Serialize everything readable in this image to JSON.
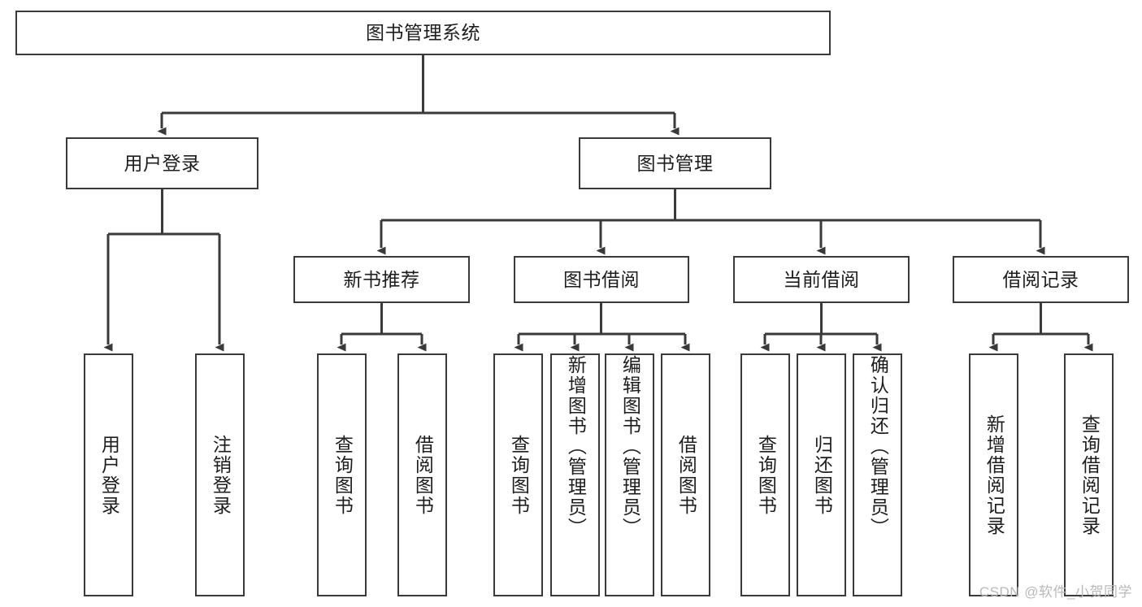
{
  "diagram": {
    "title": "图书管理系统",
    "type": "hierarchy-tree",
    "root": {
      "id": "root",
      "label": "图书管理系统"
    },
    "level2": [
      {
        "id": "user-login",
        "label": "用户登录"
      },
      {
        "id": "book-management",
        "label": "图书管理"
      }
    ],
    "level3": [
      {
        "id": "new-book-recommend",
        "label": "新书推荐",
        "parent": "book-management"
      },
      {
        "id": "book-borrow",
        "label": "图书借阅",
        "parent": "book-management"
      },
      {
        "id": "current-borrow",
        "label": "当前借阅",
        "parent": "book-management"
      },
      {
        "id": "borrow-record",
        "label": "借阅记录",
        "parent": "book-management"
      }
    ],
    "leaves": {
      "user-login": [
        {
          "id": "leaf-user-login",
          "label": "用户登录"
        },
        {
          "id": "leaf-user-logout",
          "label": "注销登录"
        }
      ],
      "new-book-recommend": [
        {
          "id": "leaf-query-book-1",
          "label": "查询图书"
        },
        {
          "id": "leaf-borrow-book-1",
          "label": "借阅图书"
        }
      ],
      "book-borrow": [
        {
          "id": "leaf-query-book-2",
          "label": "查询图书"
        },
        {
          "id": "leaf-add-book",
          "label": "新增图书（管理员）"
        },
        {
          "id": "leaf-edit-book",
          "label": "编辑图书（管理员）"
        },
        {
          "id": "leaf-borrow-book-2",
          "label": "借阅图书"
        }
      ],
      "current-borrow": [
        {
          "id": "leaf-query-book-3",
          "label": "查询图书"
        },
        {
          "id": "leaf-return-book",
          "label": "归还图书"
        },
        {
          "id": "leaf-confirm-return",
          "label": "确认归还（管理员）"
        }
      ],
      "borrow-record": [
        {
          "id": "leaf-add-record",
          "label": "新增借阅记录"
        },
        {
          "id": "leaf-query-record",
          "label": "查询借阅记录"
        }
      ]
    },
    "colors": {
      "stroke": "#3a3a3a",
      "fill": "#ffffff",
      "text": "#1d1d1d",
      "watermark": "#b9b9b9"
    }
  },
  "watermark": {
    "text": "CSDN @软件_小贺同学"
  }
}
